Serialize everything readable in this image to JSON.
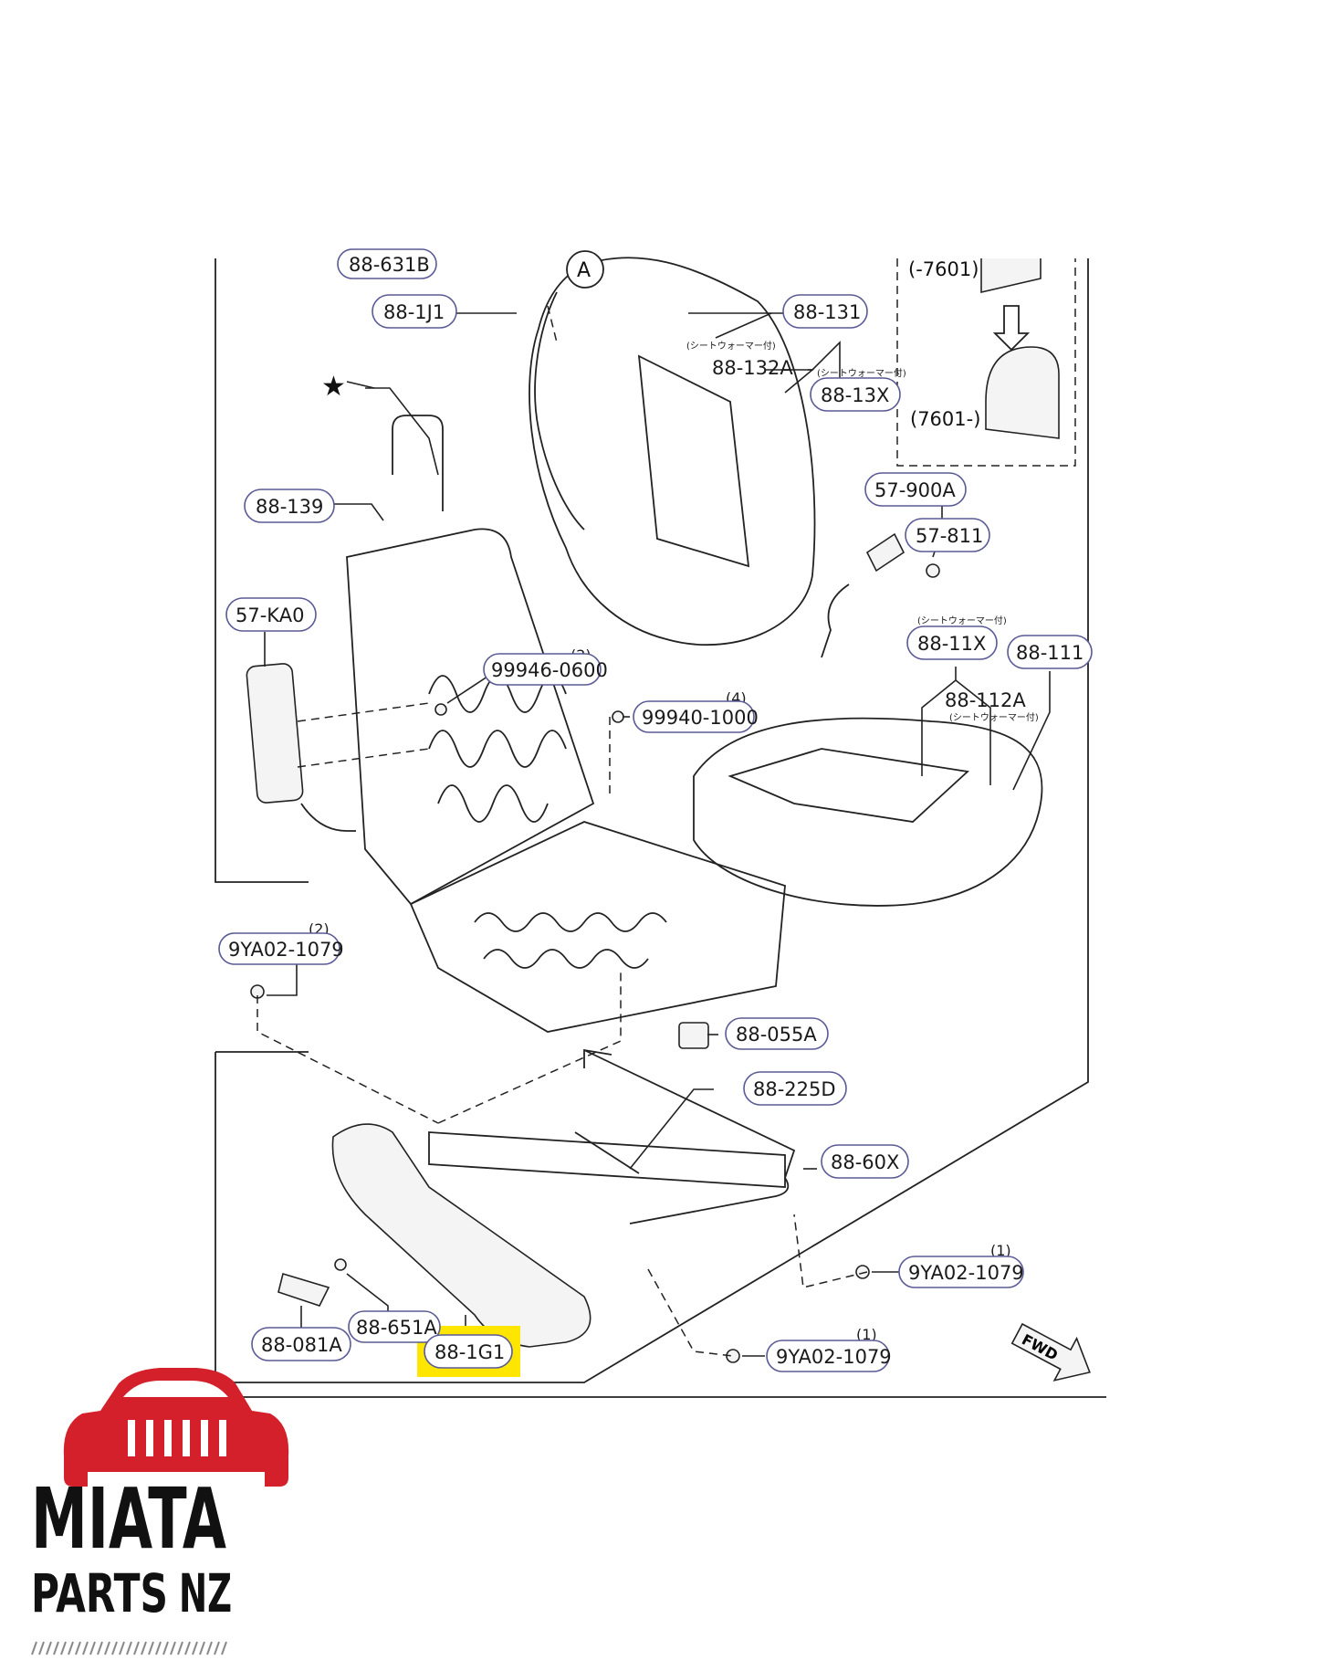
{
  "diagram": {
    "labels": {
      "p88_631b": "88-631B",
      "p88_1j1": "88-1J1",
      "ref_a": "A",
      "p88_131": "88-131",
      "p88_132a": "88-132A",
      "p88_13x": "88-13X",
      "range_old": "(-7601)",
      "range_new": "(7601-)",
      "star": "★",
      "p88_139": "88-139",
      "p57_900a": "57-900A",
      "p57_811": "57-811",
      "p57_ka0": "57-KA0",
      "p99946_0600": "99946-0600",
      "q99946": "(2)",
      "p99940_1000": "99940-1000",
      "q99940": "(4)",
      "p88_11x": "88-11X",
      "p88_111": "88-111",
      "p88_112a": "88-112A",
      "p9ya02_left": "9YA02-1079",
      "q9ya02_left": "(2)",
      "p88_055a": "88-055A",
      "p88_225d": "88-225D",
      "p88_60x": "88-60X",
      "p9ya02_right": "9YA02-1079",
      "q9ya02_right": "(1)",
      "p9ya02_bottom": "9YA02-1079",
      "q9ya02_bottom": "(1)",
      "p88_651a": "88-651A",
      "p88_081a": "88-081A",
      "p88_1g1": "88-1G1",
      "fwd": "FWD",
      "jp_heater_1": "(シートウォーマー付)",
      "jp_heater_2": "(シートウォーマー付)",
      "jp_heater_3": "(シートウォーマー付)",
      "jp_heater_4": "(シートウォーマー付)"
    }
  },
  "brand": {
    "line1": "MIATA",
    "line2": "PARTS",
    "line3": "NZ",
    "accent": "#d4202a",
    "dark": "#111111"
  },
  "highlight_color": "#ffe600"
}
